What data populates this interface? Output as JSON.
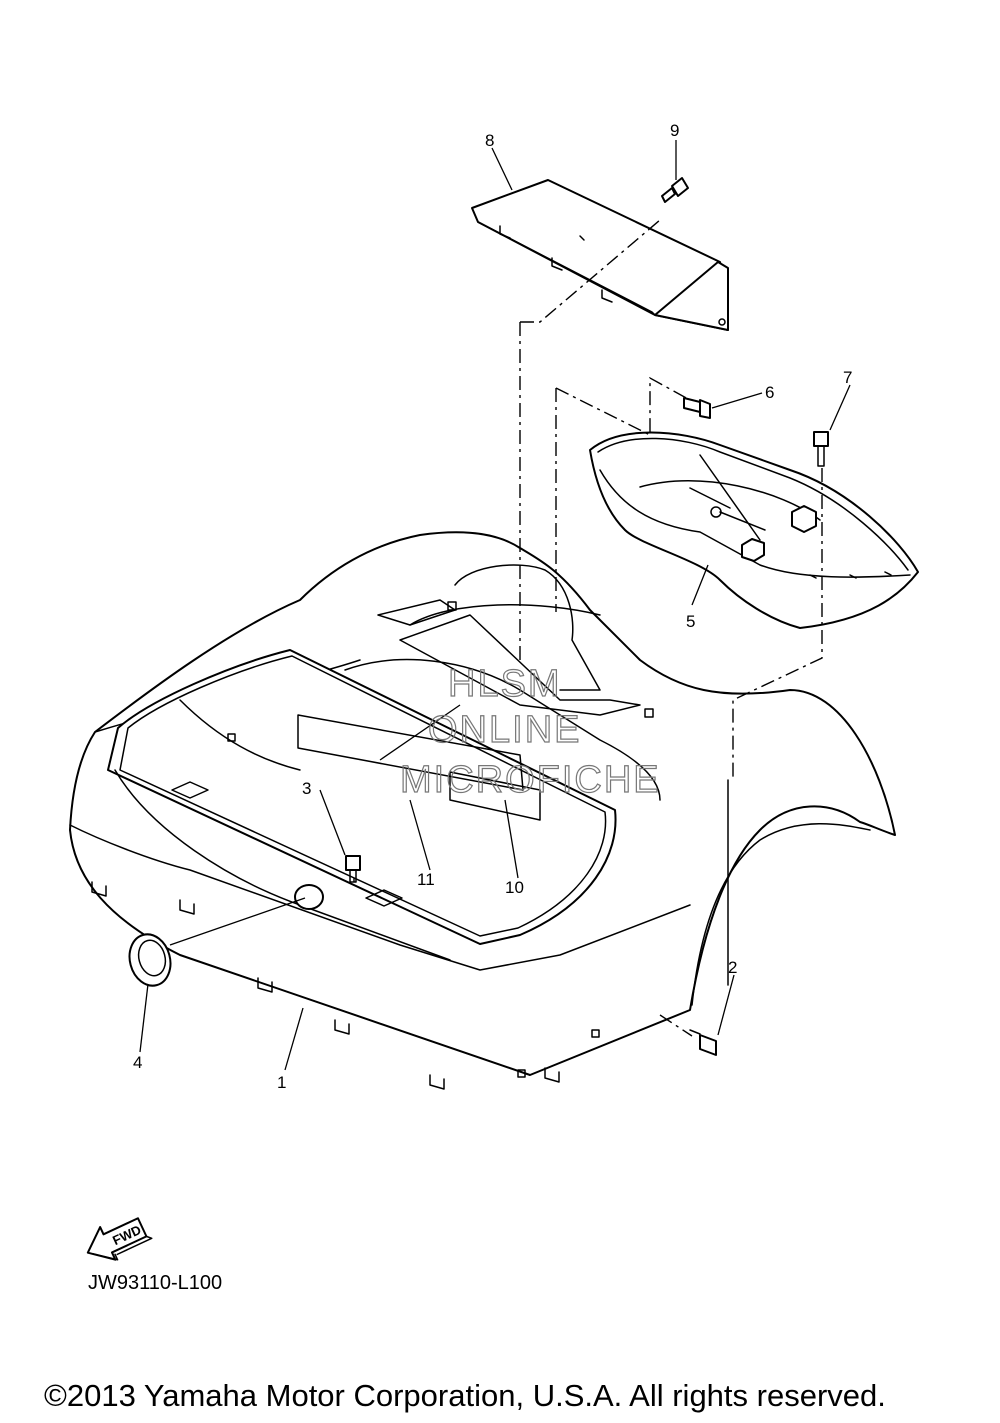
{
  "drawing_code": "JW93110-L100",
  "copyright": "©2013 Yamaha Motor Corporation, U.S.A. All rights reserved.",
  "watermark": [
    "HLSM",
    "ONLINE",
    "MICROFICHE"
  ],
  "direction_arrow": "FWD",
  "callouts": {
    "p1": "1",
    "p2": "2",
    "p3": "3",
    "p4": "4",
    "p5": "5",
    "p6": "6",
    "p7": "7",
    "p8": "8",
    "p9": "9",
    "p10": "10",
    "p11": "11"
  },
  "icons": [
    "fwd-arrow-icon"
  ]
}
